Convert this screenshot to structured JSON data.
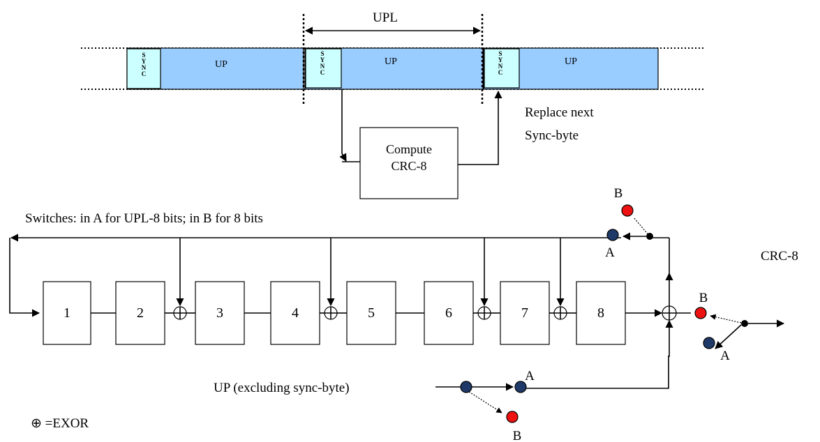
{
  "colors": {
    "packet_fill": "#99ccff",
    "sync_fill": "#ccffff",
    "switch_a": "#1f3a68",
    "switch_b": "#ee1111"
  },
  "frame": {
    "upl_label": "UPL",
    "up_label": "UP",
    "sync_letters": [
      "S",
      "Y",
      "N",
      "C"
    ]
  },
  "compute_box": {
    "line1": "Compute",
    "line2": "CRC-8"
  },
  "replace_note": {
    "line1": "Replace  next",
    "line2": "Sync-byte"
  },
  "switches_note": "Switches:  in A for UPL-8 bits; in B for 8 bits",
  "register_cells": [
    "1",
    "2",
    "3",
    "4",
    "5",
    "6",
    "7",
    "8"
  ],
  "labels": {
    "a": "A",
    "b": "B",
    "output": "CRC-8",
    "input": "UP (excluding sync-byte)",
    "legend": "⊕ =EXOR"
  }
}
